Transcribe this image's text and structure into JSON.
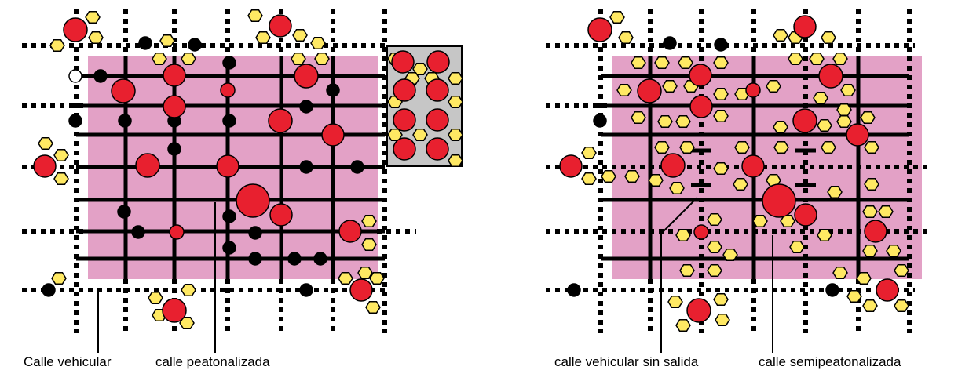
{
  "labels": {
    "left_vehicular": "Calle vehicular",
    "left_pedestrian": "calle peatonalizada",
    "right_dead_end": "calle vehicular sin salida",
    "right_semi": "calle semipeatonalizada"
  },
  "colors": {
    "zone": "#e3a1c6",
    "block_gray": "#c6c6c6",
    "street": "#000000",
    "activity_red": "#e8202f",
    "activity_yellow": "#ffe963",
    "residence_black": "#000000"
  },
  "legend_icons": [
    "red-circle-icon",
    "yellow-hexagon-icon",
    "black-circle-icon",
    "white-circle-icon"
  ]
}
